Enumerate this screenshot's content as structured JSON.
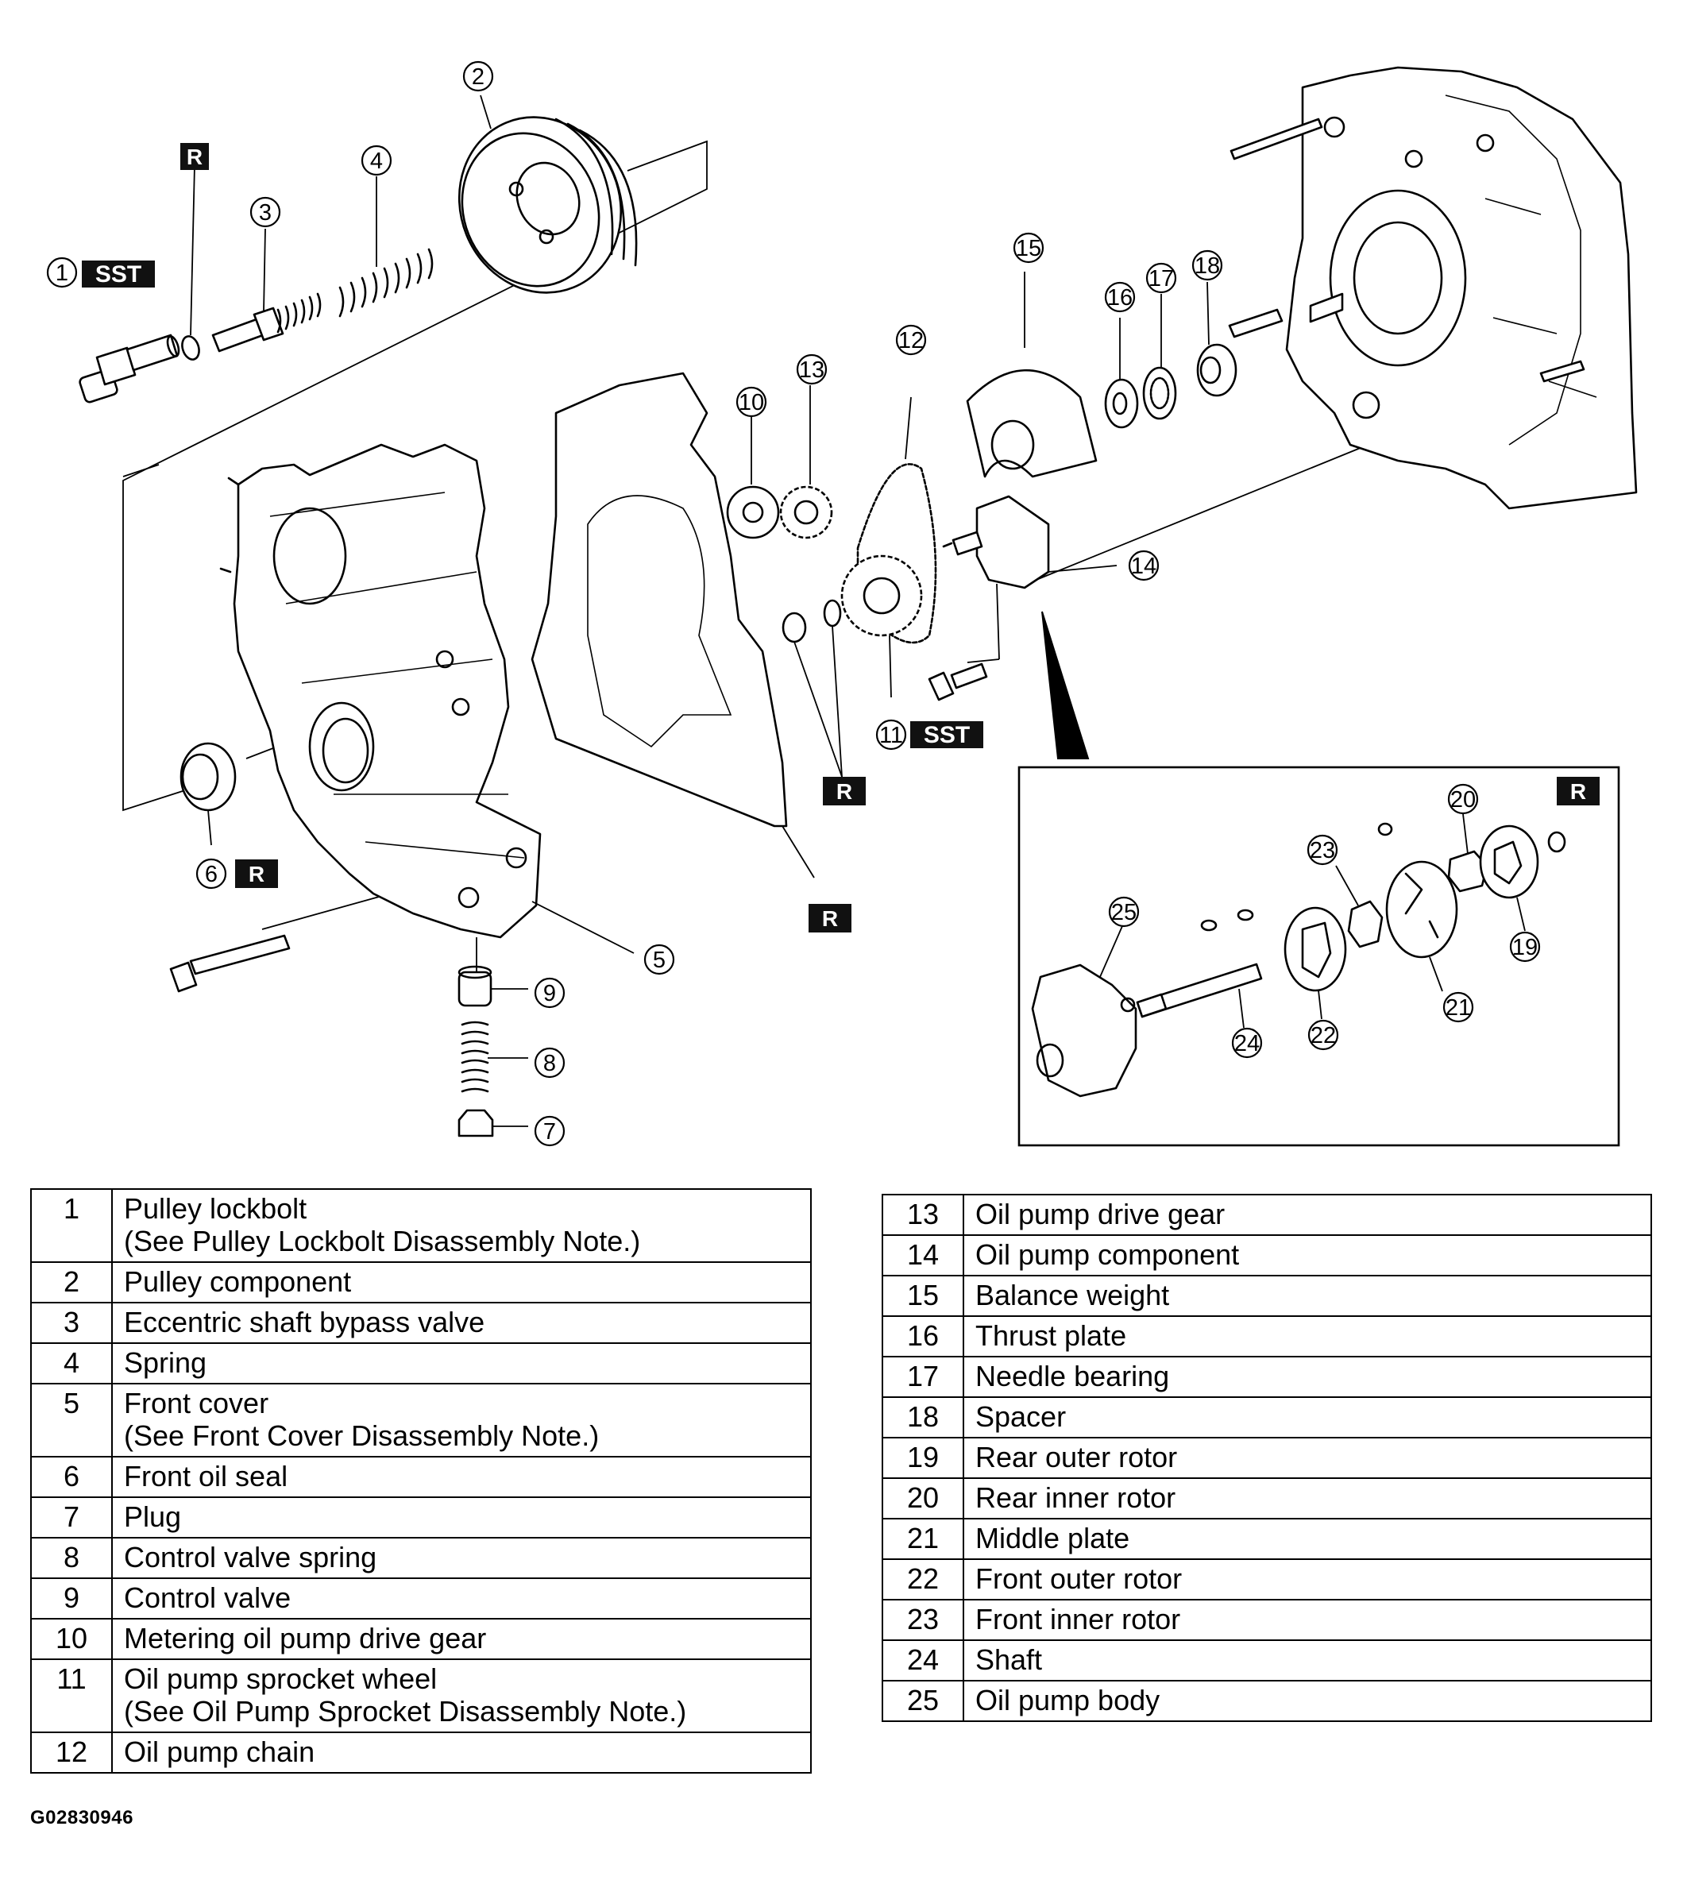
{
  "badges": {
    "sst": "SST",
    "replace": "R"
  },
  "callouts": [
    "1",
    "2",
    "3",
    "4",
    "5",
    "6",
    "7",
    "8",
    "9",
    "10",
    "11",
    "12",
    "13",
    "14",
    "15",
    "16",
    "17",
    "18",
    "19",
    "20",
    "21",
    "22",
    "23",
    "24",
    "25"
  ],
  "parts_left": [
    {
      "num": "1",
      "name": "Pulley lockbolt",
      "note": "(See Pulley Lockbolt Disassembly Note.)"
    },
    {
      "num": "2",
      "name": "Pulley component",
      "note": ""
    },
    {
      "num": "3",
      "name": "Eccentric shaft bypass valve",
      "note": ""
    },
    {
      "num": "4",
      "name": "Spring",
      "note": ""
    },
    {
      "num": "5",
      "name": "Front cover",
      "note": "(See Front Cover Disassembly Note.)"
    },
    {
      "num": "6",
      "name": "Front oil seal",
      "note": ""
    },
    {
      "num": "7",
      "name": "Plug",
      "note": ""
    },
    {
      "num": "8",
      "name": "Control valve spring",
      "note": ""
    },
    {
      "num": "9",
      "name": "Control valve",
      "note": ""
    },
    {
      "num": "10",
      "name": "Metering oil pump drive gear",
      "note": ""
    },
    {
      "num": "11",
      "name": "Oil pump sprocket wheel",
      "note": "(See Oil Pump Sprocket Disassembly Note.)"
    },
    {
      "num": "12",
      "name": "Oil pump chain",
      "note": ""
    }
  ],
  "parts_right": [
    {
      "num": "13",
      "name": "Oil pump drive gear",
      "note": ""
    },
    {
      "num": "14",
      "name": "Oil pump component",
      "note": ""
    },
    {
      "num": "15",
      "name": "Balance weight",
      "note": ""
    },
    {
      "num": "16",
      "name": "Thrust plate",
      "note": ""
    },
    {
      "num": "17",
      "name": "Needle bearing",
      "note": ""
    },
    {
      "num": "18",
      "name": "Spacer",
      "note": ""
    },
    {
      "num": "19",
      "name": "Rear outer rotor",
      "note": ""
    },
    {
      "num": "20",
      "name": "Rear inner rotor",
      "note": ""
    },
    {
      "num": "21",
      "name": "Middle plate",
      "note": ""
    },
    {
      "num": "22",
      "name": "Front outer rotor",
      "note": ""
    },
    {
      "num": "23",
      "name": "Front inner rotor",
      "note": ""
    },
    {
      "num": "24",
      "name": "Shaft",
      "note": ""
    },
    {
      "num": "25",
      "name": "Oil pump body",
      "note": ""
    }
  ],
  "figure_id": "G02830946"
}
